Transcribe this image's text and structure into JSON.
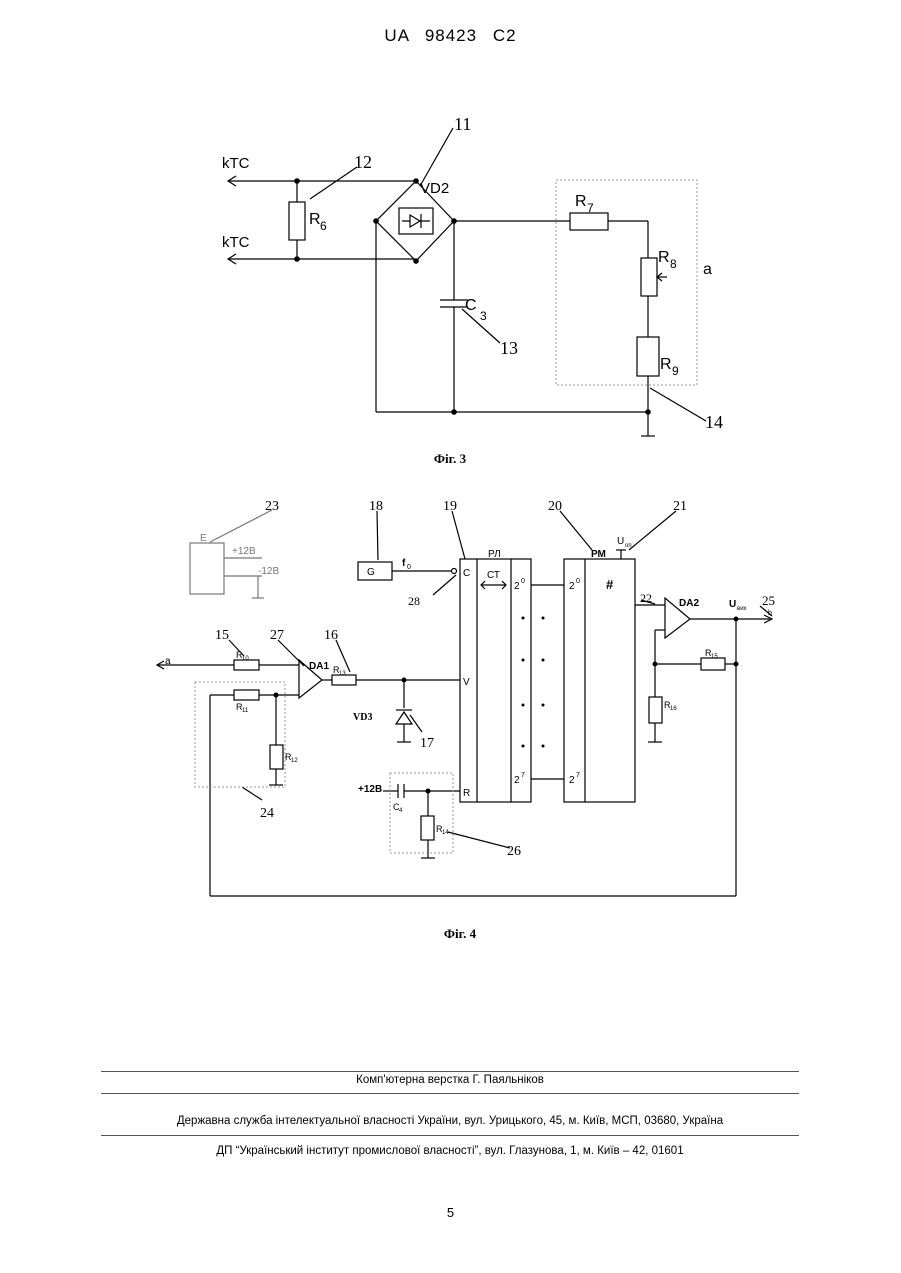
{
  "header": {
    "patent_id": "UA   98423   C2"
  },
  "fig3": {
    "caption": "Фіг. 3",
    "labels": {
      "ktc_top": "kTC",
      "ktc_bottom": "kTC",
      "r6_letter": "R",
      "r6_sub": "6",
      "vd2": "VD2",
      "r7_letter": "R",
      "r7_sub": "7",
      "r8_letter": "R",
      "r8_sub": "8",
      "r9_letter": "R",
      "r9_sub": "9",
      "c3_letter": "C",
      "c3_sub": "3",
      "a": "a",
      "ref11": "11",
      "ref12": "12",
      "ref13": "13",
      "ref14": "14"
    }
  },
  "fig4": {
    "caption": "Фіг. 4",
    "labels": {
      "ref23": "23",
      "ref18": "18",
      "ref19": "19",
      "ref20": "20",
      "ref21": "21",
      "ref15": "15",
      "ref27": "27",
      "ref16": "16",
      "ref28": "28",
      "ref22": "22",
      "ref25": "25",
      "ref17": "17",
      "ref24": "24",
      "ref26": "26",
      "e": "E",
      "plus12b": "+12B",
      "minus12b": "-12B",
      "g": "G",
      "f0": "f",
      "f0_sub": "0",
      "c": "C",
      "rl": "РЛ",
      "ct": "СТ",
      "pm": "РМ",
      "two0_a": "2",
      "two0_b": "2",
      "two7_a": "2",
      "two7_b": "2",
      "exp0": "0",
      "exp7": "7",
      "hash": "#",
      "u_op": "U",
      "u_op_sub": "оп",
      "da1": "DA1",
      "da2": "DA2",
      "u_vyh": "U",
      "u_vyh_sub": "вих",
      "b": "b",
      "a": "a",
      "v": "V",
      "r_in": "R",
      "r10": "R",
      "r10_sub": "10",
      "r11": "R",
      "r11_sub": "11",
      "r12": "R",
      "r12_sub": "12",
      "r13": "R",
      "r13_sub": "13",
      "r14": "R",
      "r14_sub": "14",
      "r15": "R",
      "r15_sub": "15",
      "r16": "R",
      "r16_sub": "16",
      "vd3": "VD3",
      "plus12b_c4": "+12B",
      "c4": "C",
      "c4_sub": "4"
    }
  },
  "footer": {
    "line1": "Комп'ютерна верстка Г. Паяльніков",
    "line2": "Державна служба інтелектуальної власності України, вул. Урицького, 45, м. Київ, МСП, 03680, Україна",
    "line3": "ДП “Український інститут промислової власності”, вул. Глазунова, 1, м. Київ – 42, 01601",
    "page_number": "5"
  }
}
